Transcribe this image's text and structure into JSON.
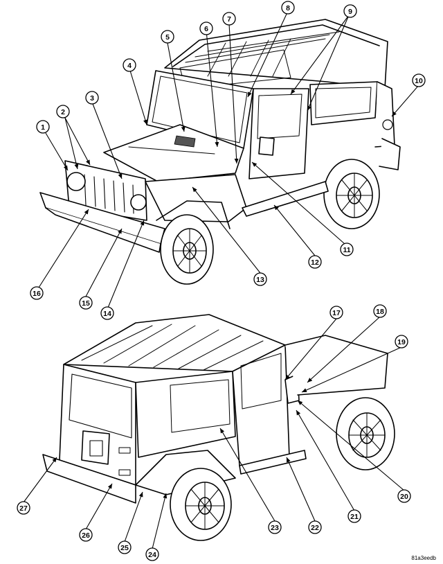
{
  "figure_code": "81a3eedb",
  "front_callouts": [
    "1",
    "2",
    "3",
    "4",
    "5",
    "6",
    "7",
    "8",
    "9",
    "10",
    "11",
    "12",
    "13",
    "14",
    "15",
    "16"
  ],
  "rear_callouts": [
    "17",
    "18",
    "19",
    "20",
    "21",
    "22",
    "23",
    "24",
    "25",
    "26",
    "27"
  ]
}
